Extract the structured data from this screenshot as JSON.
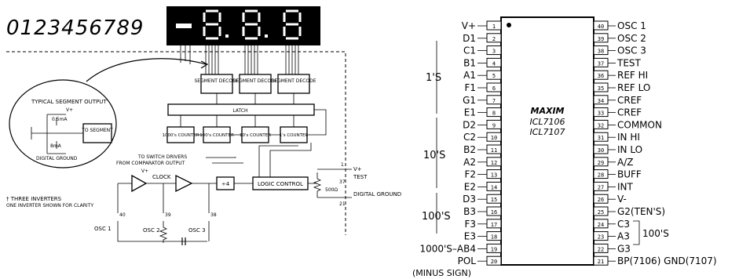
{
  "digit_strip": "0123456789",
  "display_sign": "-",
  "left": {
    "segment_decode": "SEGMENT DECODE",
    "latch": "LATCH",
    "counters": [
      "1000's COUNTER",
      "100's COUNTER",
      "10's COUNTER",
      "1's COUNTER"
    ],
    "typical_segment_output": "TYPICAL SEGMENT OUTPUT",
    "vplus": "V+",
    "current_top": "0.5mA",
    "current_bottom": "8mA",
    "to_segment": "TO SEGMENT",
    "digital_ground_inner": "DIGITAL GROUND",
    "to_switch_drivers": "TO SWITCH DRIVERS",
    "from_comparator": "FROM COMPARATOR OUTPUT",
    "clock": "CLOCK",
    "divide": "÷4",
    "logic_control": "LOGIC CONTROL",
    "resistor": "500Ω",
    "pin1": "1",
    "pin37": "37",
    "pin21": "21",
    "pin40": "40",
    "pin39": "39",
    "pin38": "38",
    "vplus_out": "V+",
    "test": "TEST",
    "digital_ground": "DIGITAL GROUND",
    "three_inverters": "† THREE INVERTERS",
    "one_inverter": "ONE INVERTER SHOWN FOR CLARITY",
    "osc1": "OSC 1",
    "osc2": "OSC 2",
    "osc3": "OSC 3"
  },
  "chip": {
    "brand": "MAXIM",
    "part1": "ICL7106",
    "part2": "ICL7107",
    "left_pins": [
      {
        "n": "1",
        "label": "V+"
      },
      {
        "n": "2",
        "label": "D1"
      },
      {
        "n": "3",
        "label": "C1"
      },
      {
        "n": "4",
        "label": "B1"
      },
      {
        "n": "5",
        "label": "A1"
      },
      {
        "n": "6",
        "label": "F1"
      },
      {
        "n": "7",
        "label": "G1"
      },
      {
        "n": "8",
        "label": "E1"
      },
      {
        "n": "9",
        "label": "D2"
      },
      {
        "n": "10",
        "label": "C2"
      },
      {
        "n": "11",
        "label": "B2"
      },
      {
        "n": "12",
        "label": "A2"
      },
      {
        "n": "13",
        "label": "F2"
      },
      {
        "n": "14",
        "label": "E2"
      },
      {
        "n": "15",
        "label": "D3"
      },
      {
        "n": "16",
        "label": "B3"
      },
      {
        "n": "17",
        "label": "F3"
      },
      {
        "n": "18",
        "label": "E3"
      },
      {
        "n": "19",
        "label": "1000'S–AB4"
      },
      {
        "n": "20",
        "label": "POL"
      }
    ],
    "right_pins": [
      {
        "n": "40",
        "label": "OSC 1"
      },
      {
        "n": "39",
        "label": "OSC 2"
      },
      {
        "n": "38",
        "label": "OSC 3"
      },
      {
        "n": "37",
        "label": "TEST"
      },
      {
        "n": "36",
        "label": "REF HI"
      },
      {
        "n": "35",
        "label": "REF LO"
      },
      {
        "n": "34",
        "label": "CREF"
      },
      {
        "n": "33",
        "label": "CREF"
      },
      {
        "n": "32",
        "label": "COMMON"
      },
      {
        "n": "31",
        "label": "IN HI"
      },
      {
        "n": "30",
        "label": "IN LO"
      },
      {
        "n": "29",
        "label": "A/Z"
      },
      {
        "n": "28",
        "label": "BUFF"
      },
      {
        "n": "27",
        "label": "INT"
      },
      {
        "n": "26",
        "label": "V-"
      },
      {
        "n": "25",
        "label": "G2(TEN'S)"
      },
      {
        "n": "24",
        "label": "C3"
      },
      {
        "n": "23",
        "label": "A3"
      },
      {
        "n": "22",
        "label": "G3"
      },
      {
        "n": "21",
        "label": "BP(7106) GND(7107)"
      }
    ],
    "groups": {
      "ones": "1'S",
      "tens": "10'S",
      "hundreds": "100'S",
      "hundreds_right": "100'S"
    },
    "minus_sign": "(MINUS SIGN)"
  }
}
